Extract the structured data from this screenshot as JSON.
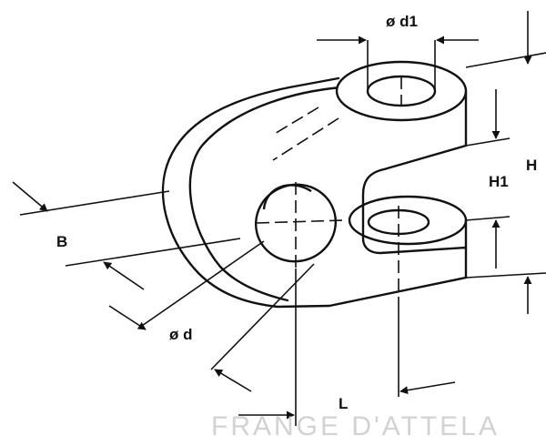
{
  "labels": {
    "d1": "ø d1",
    "H": "H",
    "H1": "H1",
    "B": "B",
    "d": "ø d",
    "L": "L"
  },
  "watermark": "FRANGE D'ATTELA",
  "colors": {
    "ink": "#111111",
    "paper": "#ffffff",
    "watermark": "#d2d2d2"
  }
}
